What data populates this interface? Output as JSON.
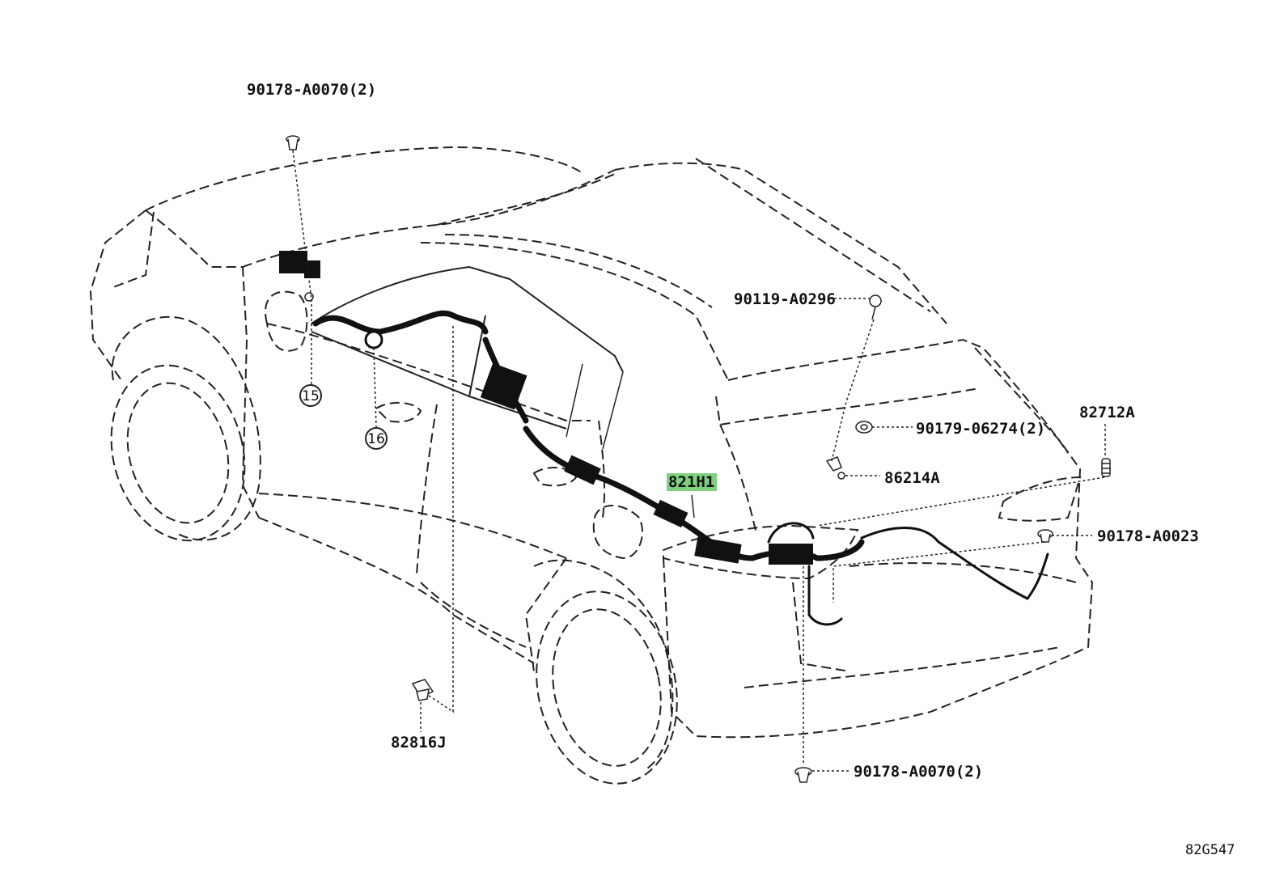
{
  "diagram": {
    "part_labels": {
      "top_left_clip": "90178-A0070(2)",
      "roof_bolt": "90119-A0296",
      "back_door_nut": "90179-06274(2)",
      "bracket": "86214A",
      "right_rivet": "82712A",
      "right_clip": "90178-A0023",
      "bottom_clip": "90178-A0070(2)",
      "main_harness": "821H1",
      "lower_clip": "82816J"
    },
    "callouts": {
      "c15": "15",
      "c16": "16"
    },
    "drawing_code": "82G547",
    "colors": {
      "line": "#222222",
      "harness": "#111111",
      "highlight": "#7fd07f",
      "background": "#ffffff"
    }
  }
}
